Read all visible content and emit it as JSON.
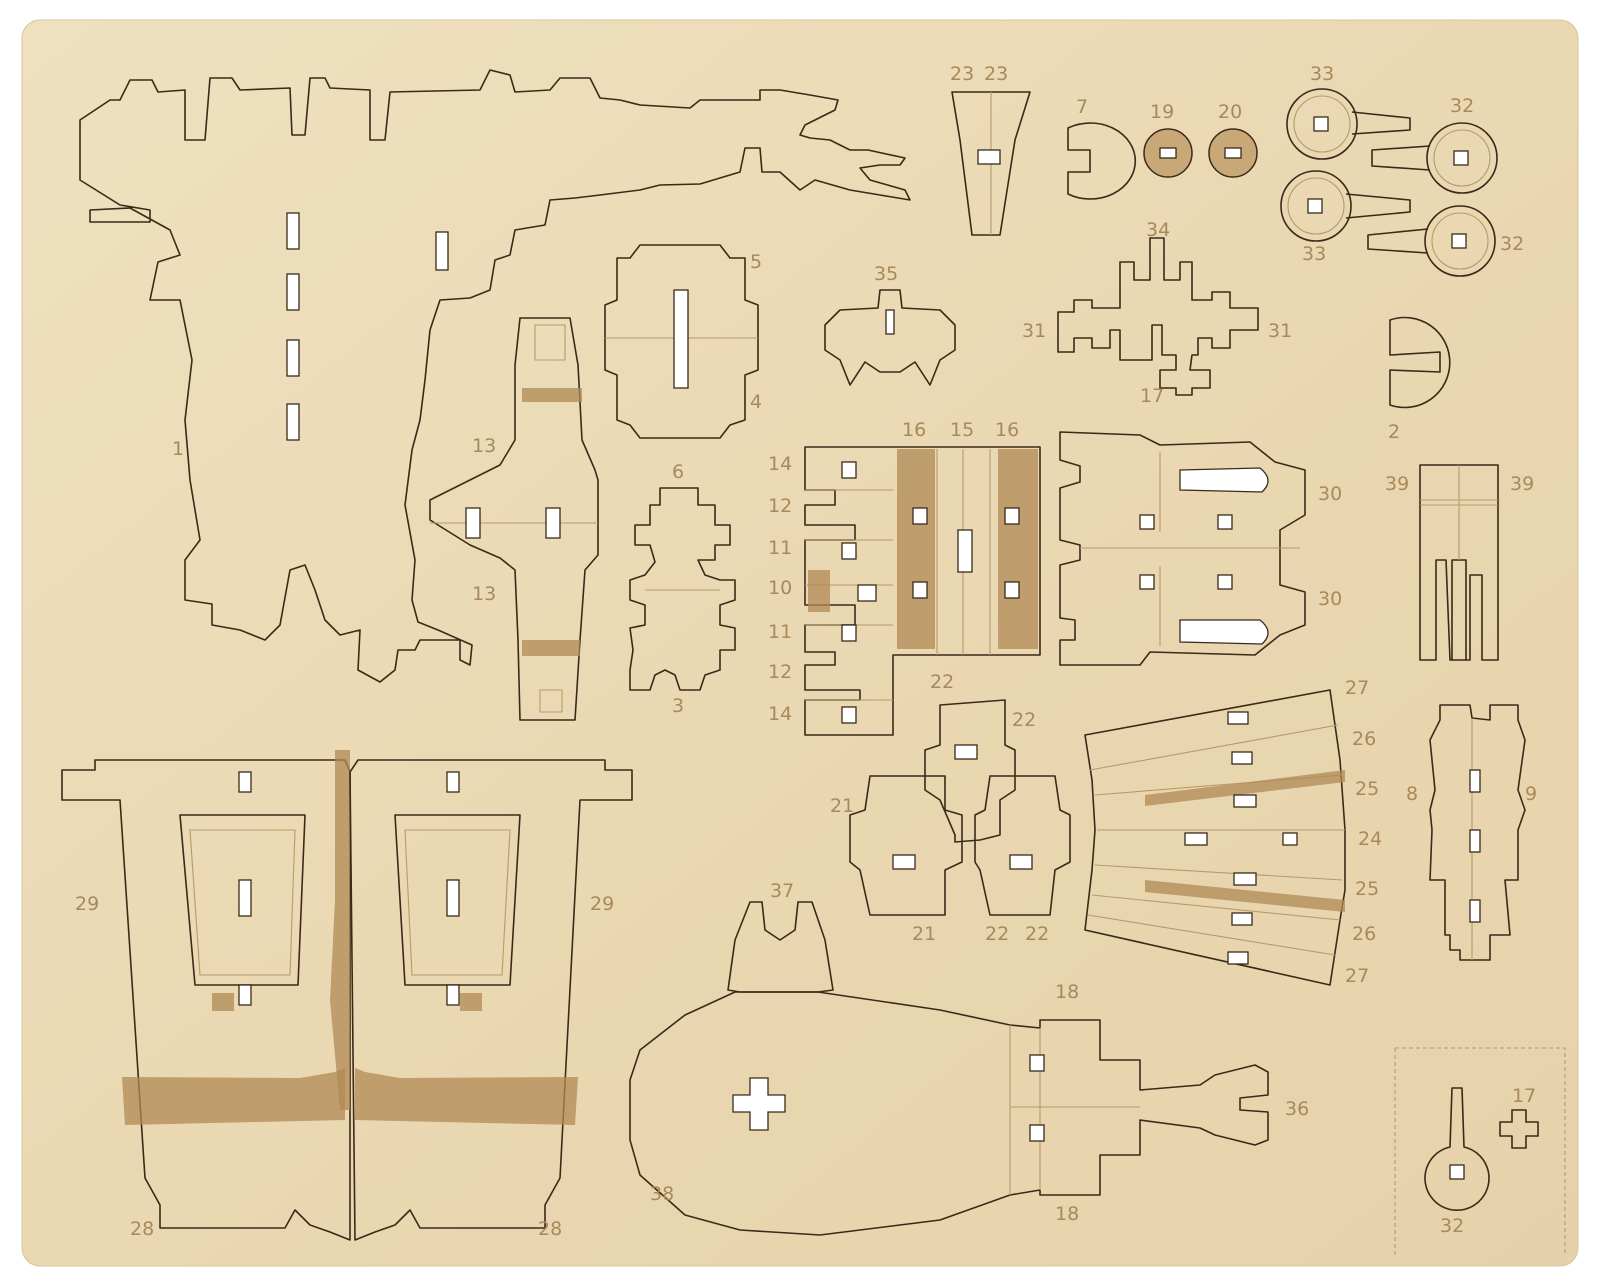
{
  "sheet": {
    "colors": {
      "wood": "#ecdcb8",
      "cut_line": "#3a2a18",
      "etch": "#b89a6a",
      "burn": "#b08a55",
      "label": "#a8895c"
    }
  },
  "labels": {
    "l1": "1",
    "l2": "2",
    "l3": "3",
    "l4": "4",
    "l5": "5",
    "l6": "6",
    "l7": "7",
    "l8": "8",
    "l9": "9",
    "l10": "10",
    "l11": "11",
    "l12": "12",
    "l13": "13",
    "l14": "14",
    "l15": "15",
    "l16": "16",
    "l17": "17",
    "l18": "18",
    "l19": "19",
    "l20": "20",
    "l21": "21",
    "l22": "22",
    "l23": "23",
    "l24": "24",
    "l25": "25",
    "l26": "26",
    "l27": "27",
    "l28": "28",
    "l29": "29",
    "l30": "30",
    "l31": "31",
    "l32": "32",
    "l33": "33",
    "l34": "34",
    "l35": "35",
    "l36": "36",
    "l37": "37",
    "l38": "38",
    "l39": "39"
  }
}
